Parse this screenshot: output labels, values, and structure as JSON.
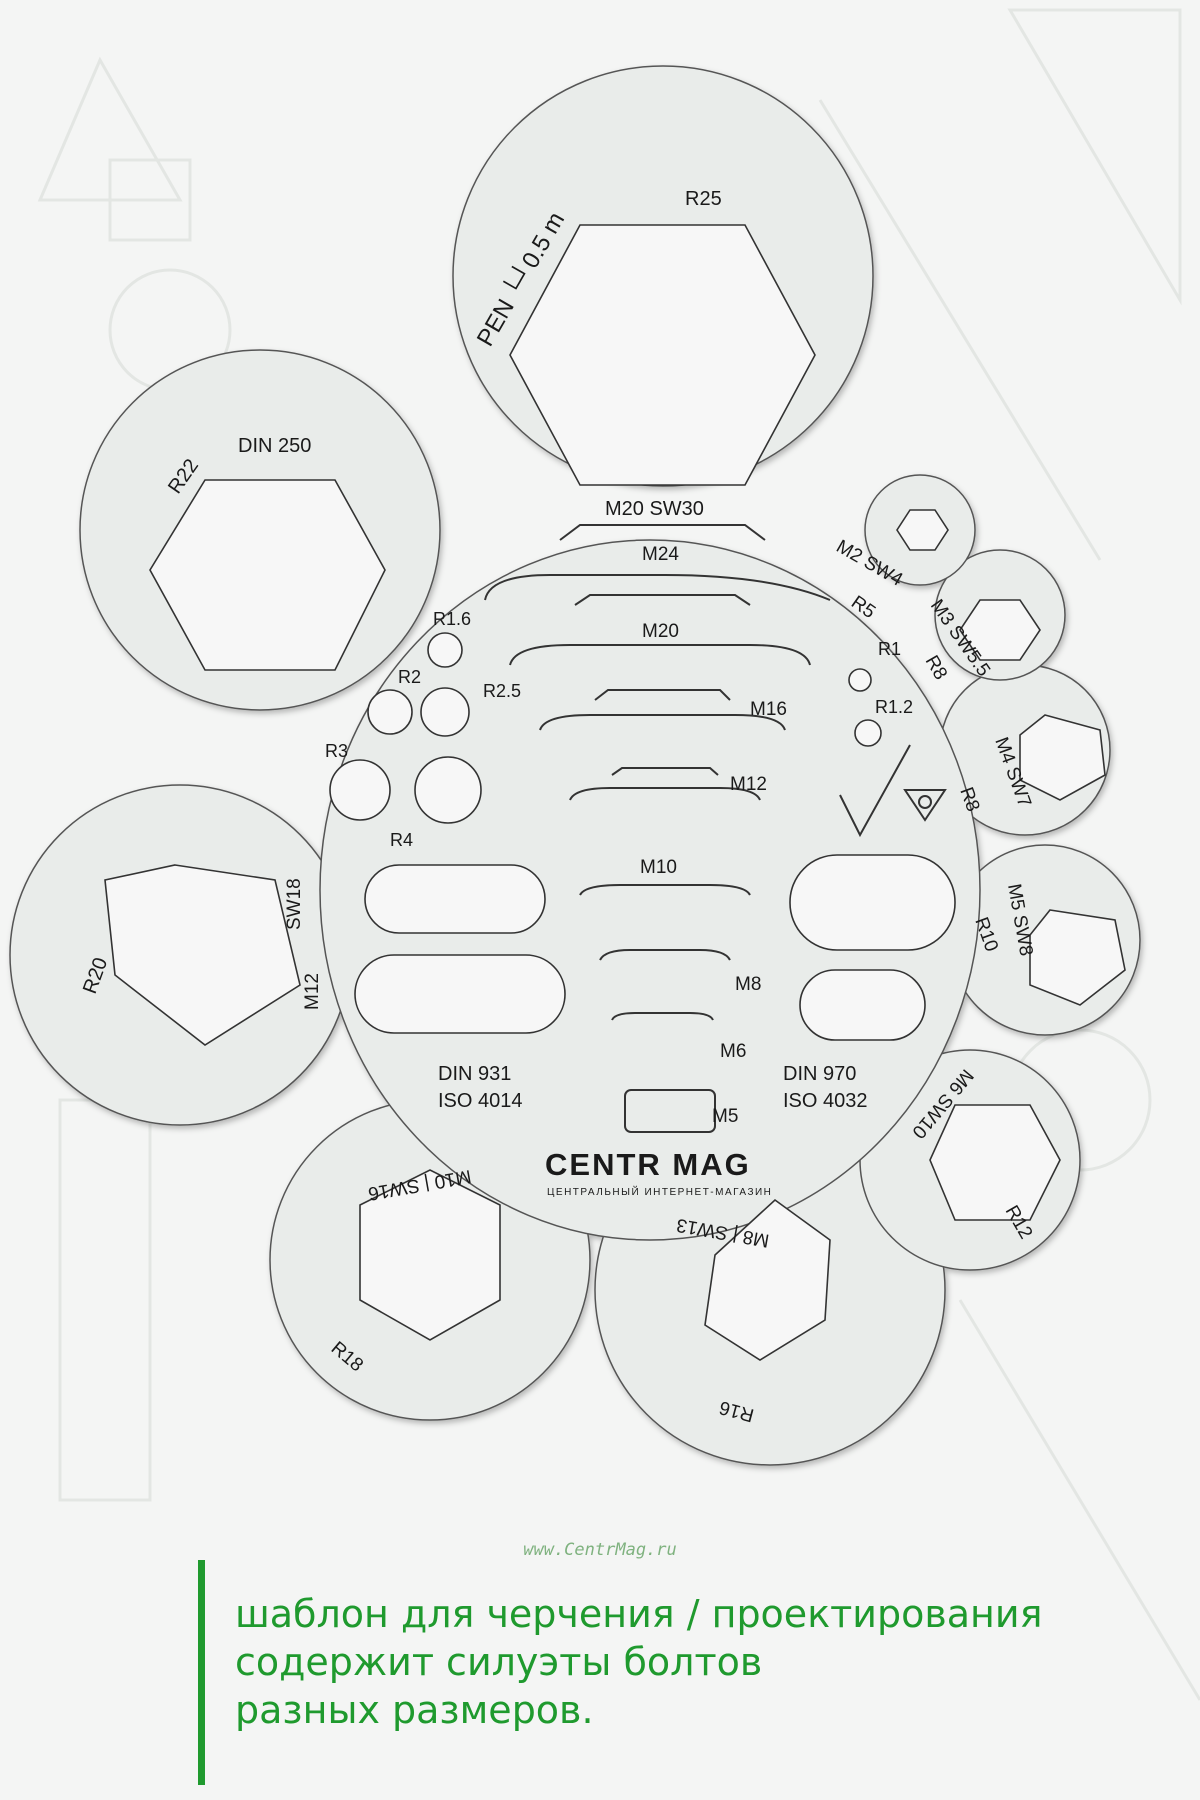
{
  "template": {
    "pen_label": "PEN └┘0.5 m",
    "big_hex": {
      "radius": "R25",
      "title": "M20 SW30"
    },
    "din250_hex": {
      "radius": "R22",
      "standard": "DIN 250"
    },
    "m12_hex": {
      "radius": "R20",
      "size": "M12",
      "sw": "SW18"
    },
    "m10_hex": {
      "radius": "R18",
      "size": "M10",
      "sw": "SW16"
    },
    "m8_hex": {
      "radius": "R16",
      "size": "M8",
      "sw": "SW13"
    },
    "m6_hex": {
      "radius": "R12",
      "size": "M6",
      "sw": "SW10"
    },
    "m5_hex": {
      "radius": "R10",
      "size": "M5",
      "sw": "SW8"
    },
    "m4_hex": {
      "radius": "R8",
      "size": "M4",
      "sw": "SW7"
    },
    "m3_hex": {
      "radius": "R8",
      "size": "M3",
      "sw": "SW5.5"
    },
    "m2_hex": {
      "radius": "R5",
      "size": "M2",
      "sw": "SW4"
    },
    "circles": [
      "R1.6",
      "R2",
      "R2.5",
      "R3",
      "R4",
      "R1",
      "R1.2"
    ],
    "bolt_labels": [
      "M24",
      "M20",
      "M16",
      "M12",
      "M10",
      "M8",
      "M6",
      "M5"
    ],
    "din931": [
      "DIN 931",
      "ISO 4014"
    ],
    "din970": [
      "DIN 970",
      "ISO 4032"
    ],
    "brand": {
      "name": "CENTR MAG",
      "tagline": "ЦЕНТРАЛЬНЫЙ ИНТЕРНЕТ-МАГАЗИН"
    }
  },
  "site_url": "www.CentrMag.ru",
  "caption": [
    "шаблон для черчения / проектирования",
    "содержит силуэты болтов",
    "разных размеров."
  ],
  "colors": {
    "accent": "#1f9a2e",
    "background": "#f4f5f4",
    "plastic": "#e9ecea"
  }
}
